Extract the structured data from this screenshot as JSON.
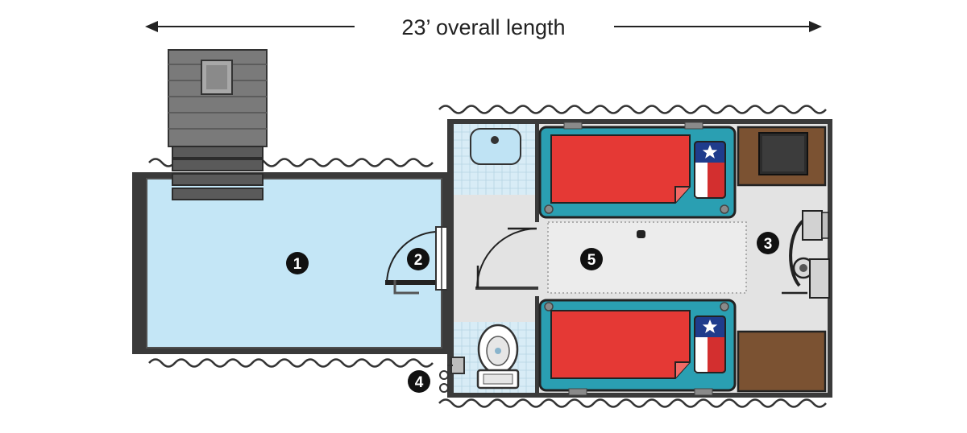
{
  "header": {
    "length_label": "23’ overall length"
  },
  "callouts": [
    {
      "id": "pool",
      "label": "1"
    },
    {
      "id": "door-handle",
      "label": "2"
    },
    {
      "id": "sink-fixture",
      "label": "3"
    },
    {
      "id": "valves",
      "label": "4"
    },
    {
      "id": "floor-drain",
      "label": "5"
    }
  ],
  "colors": {
    "water": "#c4e6f6",
    "wall": "#3a3a3a",
    "floor": "#e3e3e3",
    "tile": "#d8ecf6",
    "bunk_frame": "#2a9fb2",
    "mattress": "#e53935",
    "cabinet": "#7b5232",
    "flag_blue": "#1f3c8c",
    "flag_red": "#d32f2f"
  },
  "icons": {
    "arrow_left": "arrow-left-icon",
    "arrow_right": "arrow-right-icon",
    "texas_flag": "texas-flag-icon",
    "star": "star-icon"
  }
}
